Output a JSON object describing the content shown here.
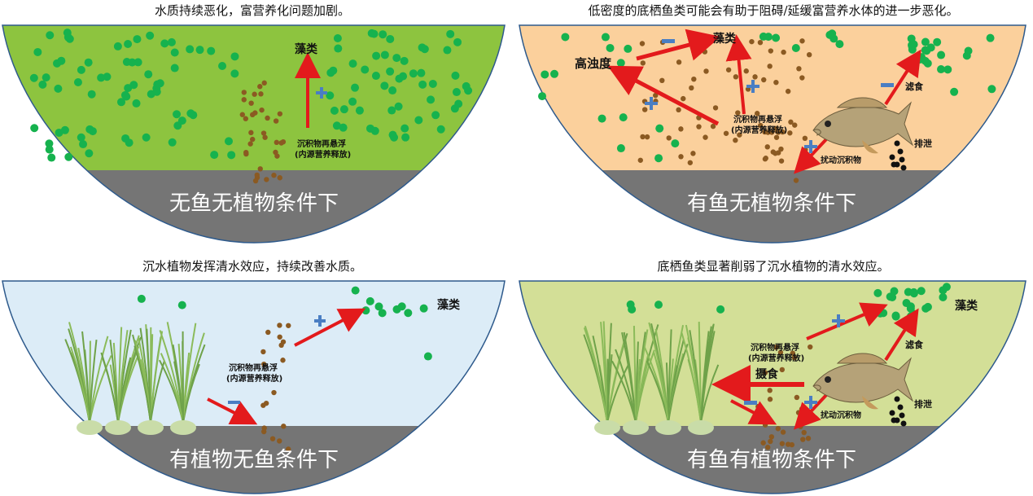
{
  "colors": {
    "green_water": "#8dc43f",
    "orange_water": "#fbd09c",
    "blue_water": "#dcecf7",
    "olive_water": "#d3df97",
    "sediment": "#757575",
    "algae": "#16b24e",
    "particle": "#8b5a22",
    "arrow": "#e31a1c",
    "plus": "#4a7ec3",
    "minus": "#4a7ec3"
  },
  "panels": [
    {
      "caption": "水质持续恶化，富营养化问题加剧。",
      "condition": "无鱼无植物条件下",
      "algae_label": "藻类",
      "resuspension_label_1": "沉积物再悬浮",
      "resuspension_label_2": "(内源营养释放)"
    },
    {
      "caption": "低密度的底栖鱼类可能会有助于阻碍/延缓富营养水体的进一步恶化。",
      "condition": "有鱼无植物条件下",
      "algae_label": "藻类",
      "turbidity_label": "高浊度",
      "filter_label": "滤食",
      "resuspension_label_1": "沉积物再悬浮",
      "resuspension_label_2": "(内源营养释放)",
      "disturb_label": "扰动沉积物",
      "excretion_label": "排泄"
    },
    {
      "caption": "沉水植物发挥清水效应，持续改善水质。",
      "condition": "有植物无鱼条件下",
      "algae_label": "藻类",
      "resuspension_label_1": "沉积物再悬浮",
      "resuspension_label_2": "(内源营养释放)"
    },
    {
      "caption": "底栖鱼类显著削弱了沉水植物的清水效应。",
      "condition": "有鱼有植物条件下",
      "algae_label": "藻类",
      "filter_label": "滤食",
      "feeding_label": "摄食",
      "resuspension_label_1": "沉积物再悬浮",
      "resuspension_label_2": "(内源营养释放)",
      "disturb_label": "扰动沉积物",
      "excretion_label": "排泄"
    }
  ]
}
